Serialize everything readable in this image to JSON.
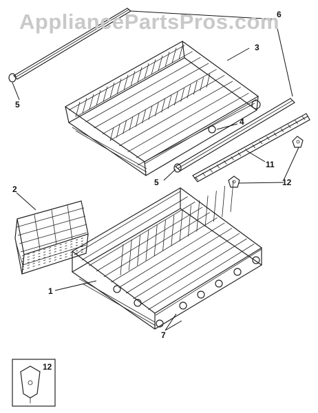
{
  "watermark": "AppliancePartsPros.com",
  "callouts": {
    "c1": "1",
    "c2": "2",
    "c3": "3",
    "c4": "4",
    "c5a": "5",
    "c5b": "5",
    "c6": "6",
    "c7": "7",
    "c11": "11",
    "c12a": "12",
    "c12b": "12"
  }
}
